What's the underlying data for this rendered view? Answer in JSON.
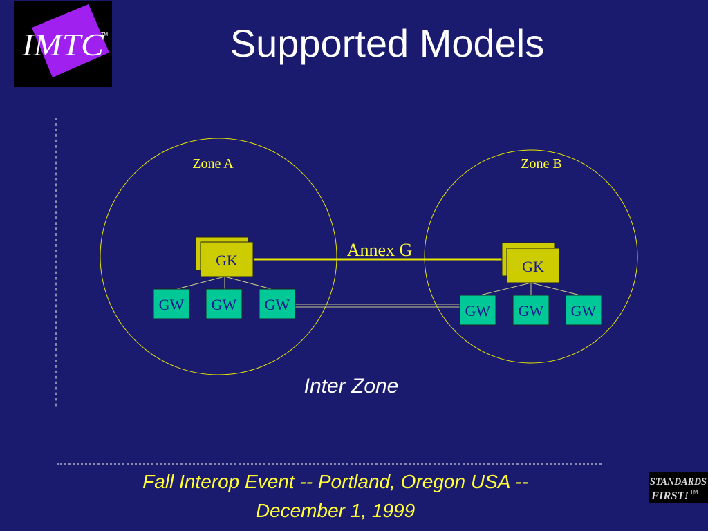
{
  "slide": {
    "title": "Supported Models",
    "caption": "Inter Zone",
    "footer_line1": "Fall Interop Event -- Portland, Oregon USA --",
    "footer_line2": "December 1, 1999"
  },
  "logo": {
    "text": "IMTC",
    "tm": "TM"
  },
  "badge": {
    "line1": "STANDARDS",
    "line2": "FIRST!",
    "tm": "TM"
  },
  "diagram": {
    "zones": [
      {
        "label": "Zone A",
        "gatekeeper": "GK",
        "gateways": [
          "GW",
          "GW",
          "GW"
        ]
      },
      {
        "label": "Zone B",
        "gatekeeper": "GK",
        "gateways": [
          "GW",
          "GW",
          "GW"
        ]
      }
    ],
    "link_label": "Annex G"
  },
  "colors": {
    "background": "#1a1a6e",
    "gatekeeper_fill": "#cccc00",
    "gateway_fill": "#00c896",
    "node_text": "#1a1a8e",
    "zone_outline": "#e6e600",
    "link": "#e6e600",
    "footer_text": "#ffff33"
  }
}
